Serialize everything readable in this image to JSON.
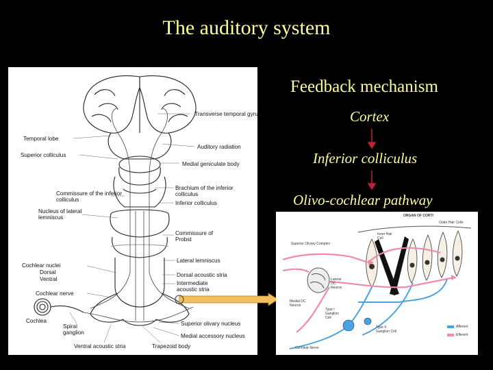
{
  "title": "The auditory system",
  "feedback": {
    "heading": "Feedback mechanism",
    "steps": [
      "Cortex",
      "Inferior colliculus",
      "Olivo-cochlear pathway"
    ]
  },
  "diagram_labels": {
    "transverse_temporal_gyrus": "Transverse temporal gyrus",
    "temporal_lobe": "Temporal lobe",
    "auditory_radiation": "Auditory radiation",
    "superior_colliculus": "Superior colliculus",
    "medial_geniculate_body": "Medial geniculate body",
    "commissure_inferior_colliculus": "Commissure of the inferior colliculus",
    "brachium_inferior_colliculus": "Brachium of the inferior colliculus",
    "inferior_colliculus": "Inferior colliculus",
    "nucleus_lateral_lemniscus": "Nucleus of lateral lemniscus",
    "commissure_probst": "Commissure of Probst",
    "lateral_lemniscus": "Lateral lemniscus",
    "cochlear_nuclei": "Cochlear nuclei",
    "dorsal": "Dorsal",
    "ventral": "Ventral",
    "dorsal_acoustic_stria": "Dorsal acoustic stria",
    "intermediate_acoustic_stria": "Intermediate acoustic stria",
    "cochlear_nerve": "Cochlear nerve",
    "cochlea": "Cochlea",
    "spiral_ganglion": "Spiral ganglion",
    "superior_olivary_nucleus": "Superior olivary nucleus",
    "medial_accessory_nucleus": "Medial accessory nucleus",
    "ventral_acoustic_stria": "Ventral acoustic stria",
    "trapezoid_body": "Trapezoid body"
  },
  "organ_labels": {
    "organ_of_corti": "ORGAN OF CORTI",
    "outer_hair_cells": "Outer Hair Cells",
    "inner_hair_cell": "Inner Hair Cell",
    "superior_olivary_complex": "Superior Olivary Complex",
    "lateral_oc_neuron": "Lateral OC Neuron",
    "medial_oc_neuron": "Medial OC Neuron",
    "type_i_ganglion": "Type I Ganglion Cell",
    "type_ii_ganglion": "Type II Ganglion Cell",
    "afferent": "Afferent",
    "efferent": "Efferent",
    "cochlear_nerve": "Cochlear Nerve"
  },
  "colors": {
    "title_text": "#ffff99",
    "flow_arrow": "#c0203a",
    "pointer_arrow": "#f0c060",
    "afferent": "#4aa3e0",
    "efferent": "#f08aa8"
  }
}
